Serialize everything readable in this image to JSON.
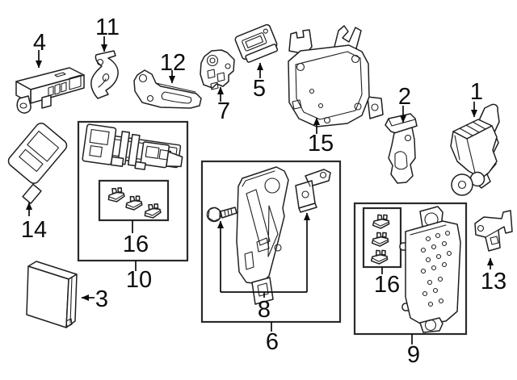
{
  "colors": {
    "line": "#1f1f1f",
    "label": "#0c0c0c",
    "box": "#2a2a2a",
    "bg": "#ffffff"
  },
  "callouts": {
    "c1": "1",
    "c2": "2",
    "c3": "3",
    "c4": "4",
    "c5": "5",
    "c6": "6",
    "c7": "7",
    "c8": "8",
    "c9": "9",
    "c10": "10",
    "c11": "11",
    "c12": "12",
    "c13": "13",
    "c14": "14",
    "c15": "15",
    "c16a": "16",
    "c16b": "16"
  },
  "parts_visible": [
    "1",
    "2",
    "3",
    "4",
    "5",
    "6",
    "7",
    "8",
    "9",
    "10",
    "11",
    "12",
    "13",
    "14",
    "15",
    "16"
  ]
}
